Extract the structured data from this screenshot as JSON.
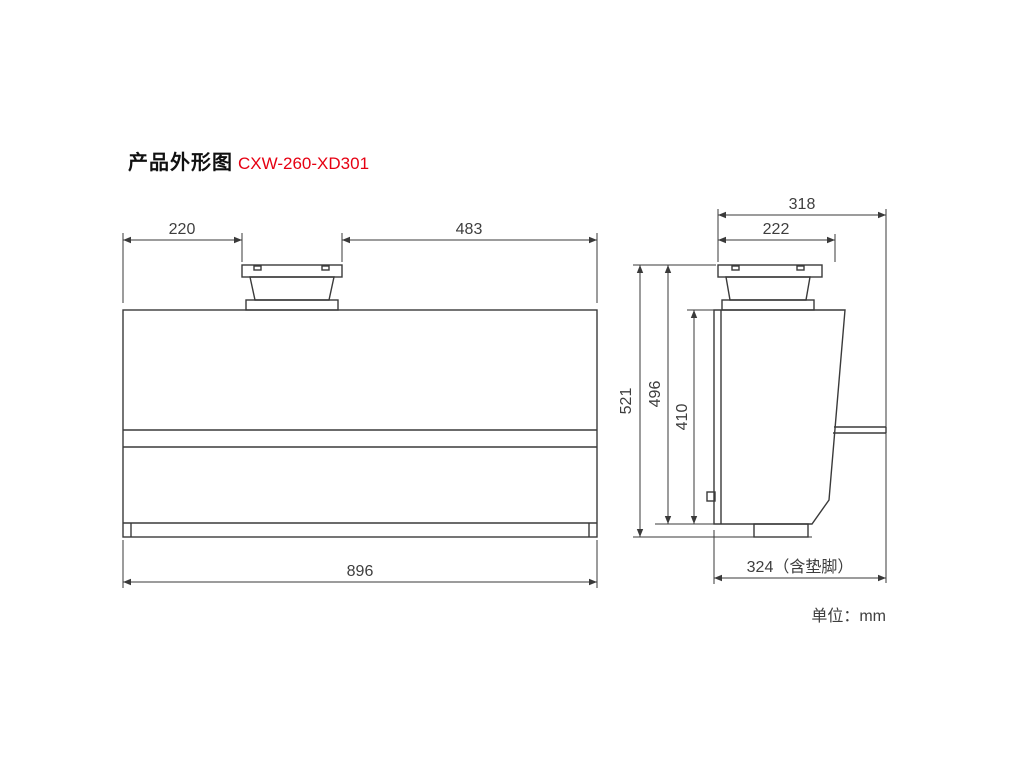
{
  "header": {
    "title": "产品外形图",
    "model": "CXW-260-XD301"
  },
  "dimensions": {
    "front": {
      "duct_offset_left": "220",
      "duct_offset_right": "483",
      "width": "896"
    },
    "side": {
      "depth_total": "318",
      "depth_top": "222",
      "height_total": "521",
      "height_no_feet": "496",
      "height_body": "410",
      "depth_with_feet": "324（含垫脚）"
    }
  },
  "footer": {
    "unit_label": "单位：mm"
  },
  "colors": {
    "accent_red": "#e60012",
    "line": "#3a3a3a",
    "background": "#ffffff"
  }
}
